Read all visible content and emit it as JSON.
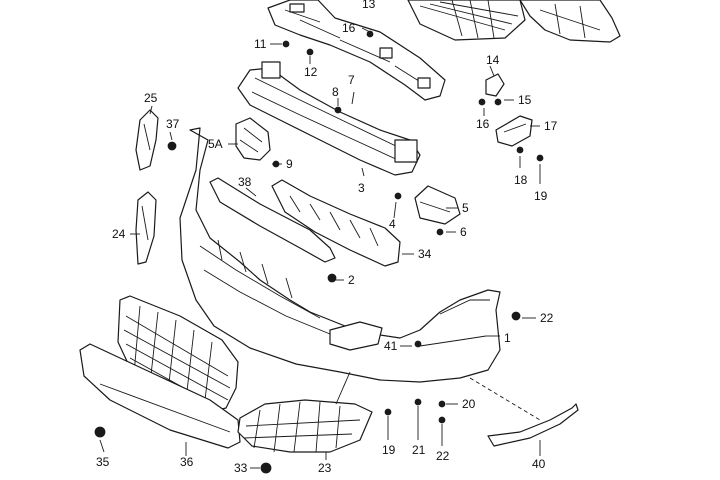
{
  "diagram": {
    "callouts": [
      {
        "id": "c1",
        "text": "1"
      },
      {
        "id": "c2",
        "text": "2"
      },
      {
        "id": "c3",
        "text": "3"
      },
      {
        "id": "c4",
        "text": "4"
      },
      {
        "id": "c5",
        "text": "5"
      },
      {
        "id": "c5a",
        "text": "5A"
      },
      {
        "id": "c6",
        "text": "6"
      },
      {
        "id": "c7",
        "text": "7"
      },
      {
        "id": "c8",
        "text": "8"
      },
      {
        "id": "c9",
        "text": "9"
      },
      {
        "id": "c11",
        "text": "11"
      },
      {
        "id": "c12",
        "text": "12"
      },
      {
        "id": "c13",
        "text": "13"
      },
      {
        "id": "c14",
        "text": "14"
      },
      {
        "id": "c15",
        "text": "15"
      },
      {
        "id": "c16a",
        "text": "16"
      },
      {
        "id": "c16b",
        "text": "16"
      },
      {
        "id": "c17",
        "text": "17"
      },
      {
        "id": "c18",
        "text": "18"
      },
      {
        "id": "c19a",
        "text": "19"
      },
      {
        "id": "c19b",
        "text": "19"
      },
      {
        "id": "c20",
        "text": "20"
      },
      {
        "id": "c21",
        "text": "21"
      },
      {
        "id": "c22a",
        "text": "22"
      },
      {
        "id": "c22b",
        "text": "22"
      },
      {
        "id": "c23",
        "text": "23"
      },
      {
        "id": "c24",
        "text": "24"
      },
      {
        "id": "c25",
        "text": "25"
      },
      {
        "id": "c33",
        "text": "33"
      },
      {
        "id": "c34",
        "text": "34"
      },
      {
        "id": "c35",
        "text": "35"
      },
      {
        "id": "c36",
        "text": "36"
      },
      {
        "id": "c37",
        "text": "37"
      },
      {
        "id": "c38",
        "text": "38"
      },
      {
        "id": "c40",
        "text": "40"
      },
      {
        "id": "c41",
        "text": "41"
      }
    ]
  }
}
